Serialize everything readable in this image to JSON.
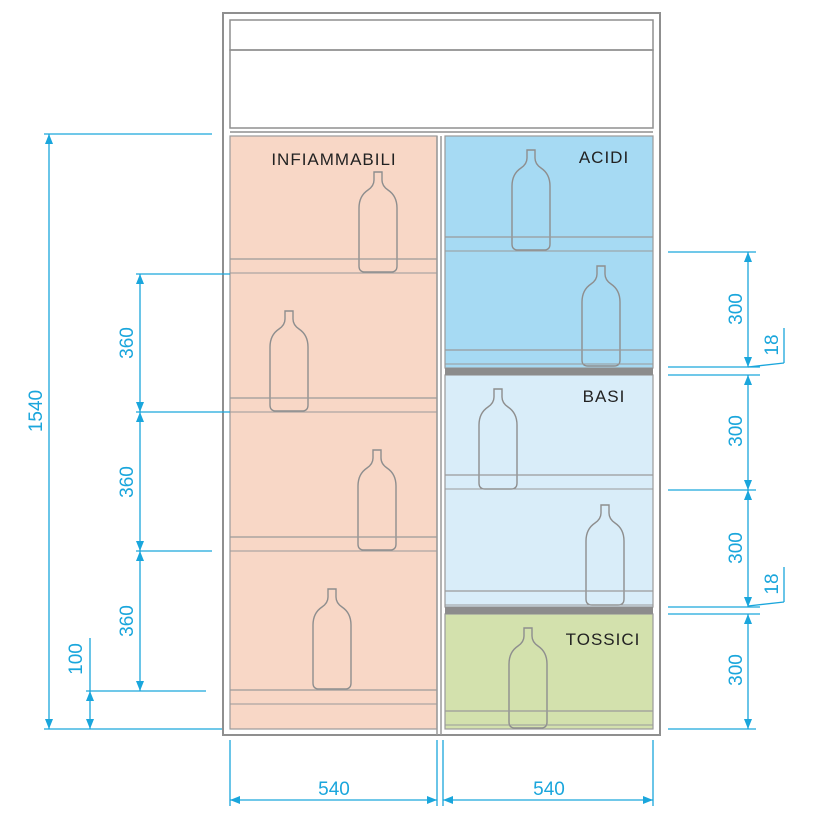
{
  "compartments": {
    "flammable": {
      "label": "INFIAMMABILI",
      "color": "#f8d7c6"
    },
    "acids": {
      "label": "ACIDI",
      "color": "#a6daf3"
    },
    "bases": {
      "label": "BASI",
      "color": "#d9edf9"
    },
    "toxic": {
      "label": "TOSSICI",
      "color": "#d3e1ad"
    }
  },
  "dimensions": {
    "total_height": "1540",
    "base_height": "100",
    "left_shelf_pitch_1": "360",
    "left_shelf_pitch_2": "360",
    "left_shelf_pitch_3": "360",
    "right_pitch_1": "300",
    "right_pitch_2": "300",
    "right_pitch_3": "300",
    "right_pitch_4": "300",
    "divider_thickness_1": "18",
    "divider_thickness_2": "18",
    "left_width": "540",
    "right_width": "540"
  },
  "colors": {
    "dimension_line": "#1aa6dc",
    "cabinet_outline": "#8f8f8f",
    "divider": "#8c8c8c"
  }
}
